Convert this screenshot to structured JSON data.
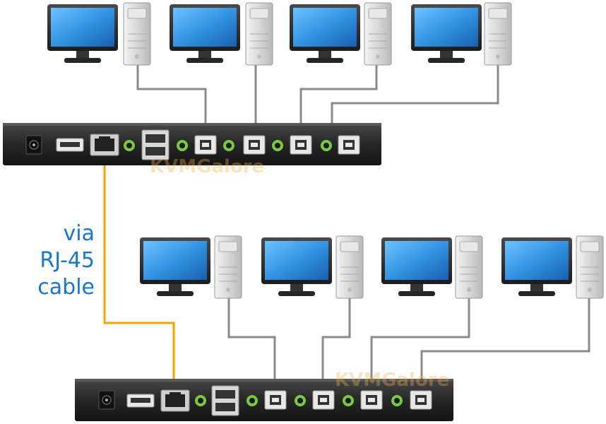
{
  "caption": {
    "lines": [
      "via",
      "RJ-45",
      "cable"
    ],
    "color": "#1a76c8"
  },
  "watermark": {
    "text": "KVMGalore",
    "color": "#f2b24a"
  },
  "colors": {
    "cable_rj45": "#f4a300",
    "cable_usb": "#8a8a8a",
    "chassis": "#2b2b2b",
    "audio_jack": "#7ac943",
    "monitor_screen": "#2f8fe0"
  },
  "units": [
    {
      "id": "top-switch",
      "icons": [
        "power-jack-icon",
        "usb-a-port-icon",
        "rj45-port-icon",
        "dual-usb-hub-icon",
        "audio-jack-icon",
        "usb-b-port-icon",
        "audio-jack-icon",
        "usb-b-port-icon",
        "audio-jack-icon",
        "usb-b-port-icon",
        "audio-jack-icon",
        "usb-b-port-icon"
      ],
      "computers": 4
    },
    {
      "id": "bottom-switch",
      "icons": [
        "power-jack-icon",
        "usb-a-port-icon",
        "rj45-port-icon",
        "dual-usb-hub-icon",
        "audio-jack-icon",
        "usb-b-port-icon",
        "audio-jack-icon",
        "usb-b-port-icon",
        "audio-jack-icon",
        "usb-b-port-icon",
        "audio-jack-icon",
        "usb-b-port-icon"
      ],
      "computers": 4
    }
  ]
}
